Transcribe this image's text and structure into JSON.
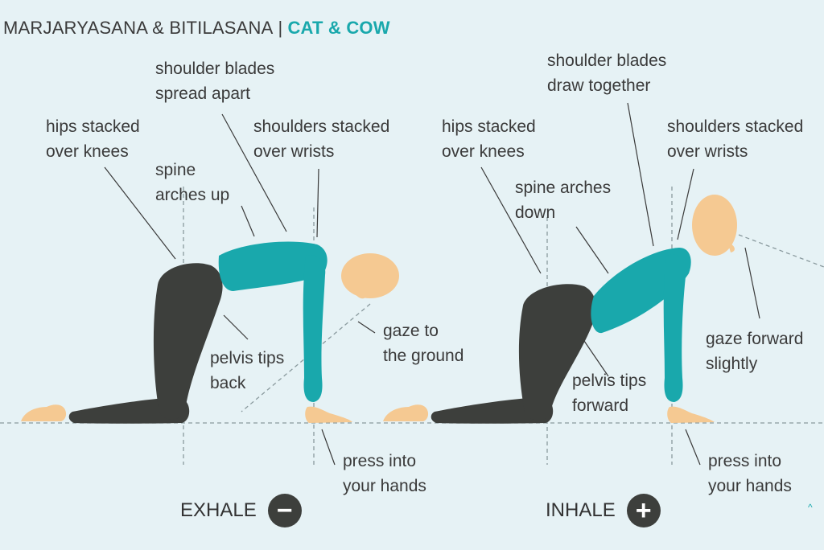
{
  "header": {
    "sanskrit": "MARJARYASANA & BITILASANA",
    "separator": "|",
    "english": "CAT & COW"
  },
  "cat": {
    "labels": {
      "shoulder_blades": "shoulder blades\nspread apart",
      "hips": "hips stacked\nover knees",
      "shoulders": "shoulders stacked\nover wrists",
      "spine": "spine\narches up",
      "pelvis": "pelvis tips\nback",
      "gaze": "gaze to\nthe ground",
      "press": "press into\nyour hands"
    },
    "breath": {
      "label": "EXHALE",
      "symbol": "−"
    }
  },
  "cow": {
    "labels": {
      "shoulder_blades": "shoulder blades\ndraw together",
      "hips": "hips stacked\nover knees",
      "shoulders": "shoulders stacked\nover wrists",
      "spine": "spine arches\ndown",
      "pelvis": "pelvis tips\nforward",
      "gaze": "gaze forward\nslightly",
      "press": "press into\nyour hands"
    },
    "breath": {
      "label": "INHALE",
      "symbol": "+"
    }
  },
  "colors": {
    "background": "#e6f2f5",
    "torso": "#19a8ac",
    "legs": "#3d3f3c",
    "skin": "#f5c992",
    "accent": "#19a8ac"
  },
  "corner_mark": "^"
}
